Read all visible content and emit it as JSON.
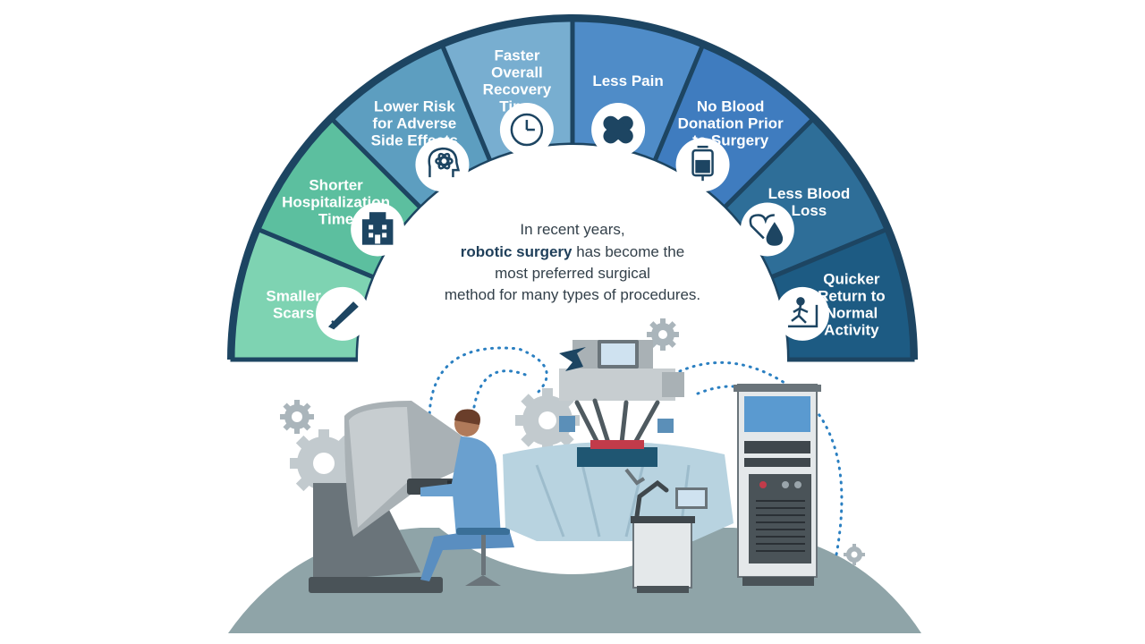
{
  "benefits": [
    {
      "lines": [
        "Smaller",
        "Scars"
      ],
      "color": "#7ed3b2",
      "icon": "scalpel-icon"
    },
    {
      "lines": [
        "Shorter",
        "Hospitalization",
        "Time"
      ],
      "color": "#5cbf9f",
      "icon": "hospital-icon"
    },
    {
      "lines": [
        "Lower Risk",
        "for Adverse",
        "Side Effects"
      ],
      "color": "#5d9ec0",
      "icon": "brain-atom-icon"
    },
    {
      "lines": [
        "Faster",
        "Overall",
        "Recovery",
        "Time"
      ],
      "color": "#78aed0",
      "icon": "clock-icon"
    },
    {
      "lines": [
        "Less Pain"
      ],
      "color": "#4f8cc8",
      "icon": "bandage-icon"
    },
    {
      "lines": [
        "No Blood",
        "Donation Prior",
        "to Surgery"
      ],
      "color": "#3f7cbf",
      "icon": "blood-bag-icon"
    },
    {
      "lines": [
        "Less Blood",
        "Loss"
      ],
      "color": "#2e6e98",
      "icon": "blood-drop-heart-icon"
    },
    {
      "lines": [
        "Quicker",
        "Return to",
        "Normal",
        "Activity"
      ],
      "color": "#1d5b83",
      "icon": "treadmill-icon"
    }
  ],
  "center": {
    "line1": "In recent years,",
    "line2_bold": "robotic surgery",
    "line2_rest": " has become the",
    "line3": "most preferred surgical",
    "line4": "method for many types of procedures."
  },
  "colors": {
    "outline": "#1d4562",
    "floor": "#8fa4a8",
    "accent_blue": "#2a7fc1"
  }
}
